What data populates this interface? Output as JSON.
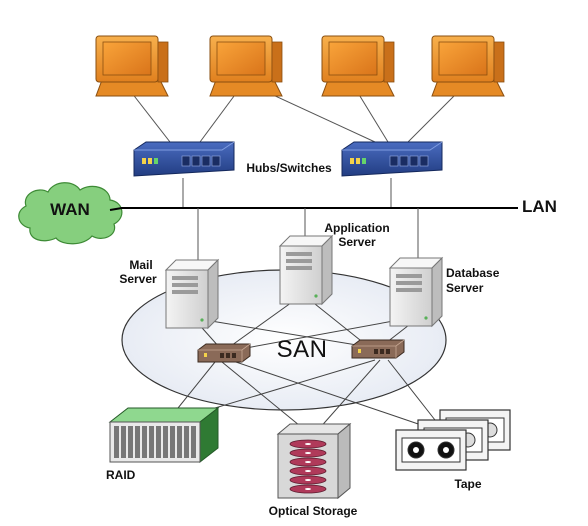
{
  "labels": {
    "hubs_switches": "Hubs/Switches",
    "wan": "WAN",
    "lan": "LAN",
    "application_server_line1": "Application",
    "application_server_line2": "Server",
    "mail_server_line1": "Mail",
    "mail_server_line2": "Server",
    "database_server_line1": "Database",
    "database_server_line2": "Server",
    "san": "SAN",
    "raid": "RAID",
    "optical_storage": "Optical Storage",
    "tape": "Tape"
  },
  "colors": {
    "monitor": "#f39a2e",
    "monitor_dark": "#c9701a",
    "switch": "#2f4f9e",
    "wan_cloud": "#8fd08a",
    "san_fill": "#eef1f7",
    "server": "#e6e6e6",
    "raid": "#4aa24f",
    "optical_disc": "#b03a5a",
    "san_switch": "#7a5a4a"
  }
}
